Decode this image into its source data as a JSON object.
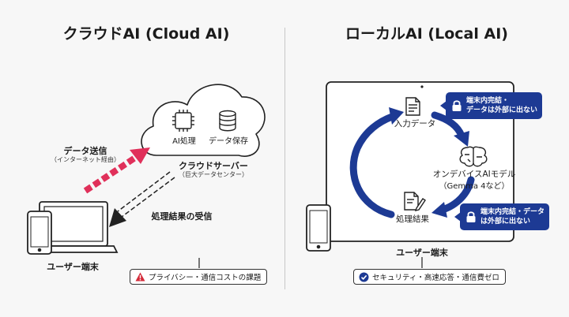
{
  "left": {
    "title": "クラウドAI (Cloud AI)",
    "cloud_items": [
      {
        "label": "AI処理",
        "icon": "ai-chip-icon"
      },
      {
        "label": "データ保存",
        "icon": "database-icon"
      }
    ],
    "server_label": "クラウドサーバー",
    "server_sub": "（巨大データセンター）",
    "send_label": "データ送信",
    "send_sub": "（インターネット経由）",
    "receive_label": "処理結果の受信",
    "device_label": "ユーザー端末",
    "issue_text": "プライバシー・通信コストの課題",
    "issue_icon": "warning-icon"
  },
  "right": {
    "title": "ローカルAI (Local AI)",
    "input_label": "入力データ",
    "model_label": "オンデバイスAIモデル",
    "model_sub": "（Gemma 4など）",
    "output_label": "処理結果",
    "badge_top_line1": "端末内完結・",
    "badge_top_line2": "データは外部に出ない",
    "badge_bottom_line1": "端末内完結・データ",
    "badge_bottom_line2": "は外部に出ない",
    "device_label": "ユーザー端末",
    "benefit_text": "セキュリティ・高速応答・通信費ゼロ",
    "benefit_icon": "check-circle-icon"
  },
  "colors": {
    "cloud_send": "#e0305a",
    "local_flow": "#1d3a94",
    "warning": "#d42b3a",
    "outline": "#222222"
  }
}
